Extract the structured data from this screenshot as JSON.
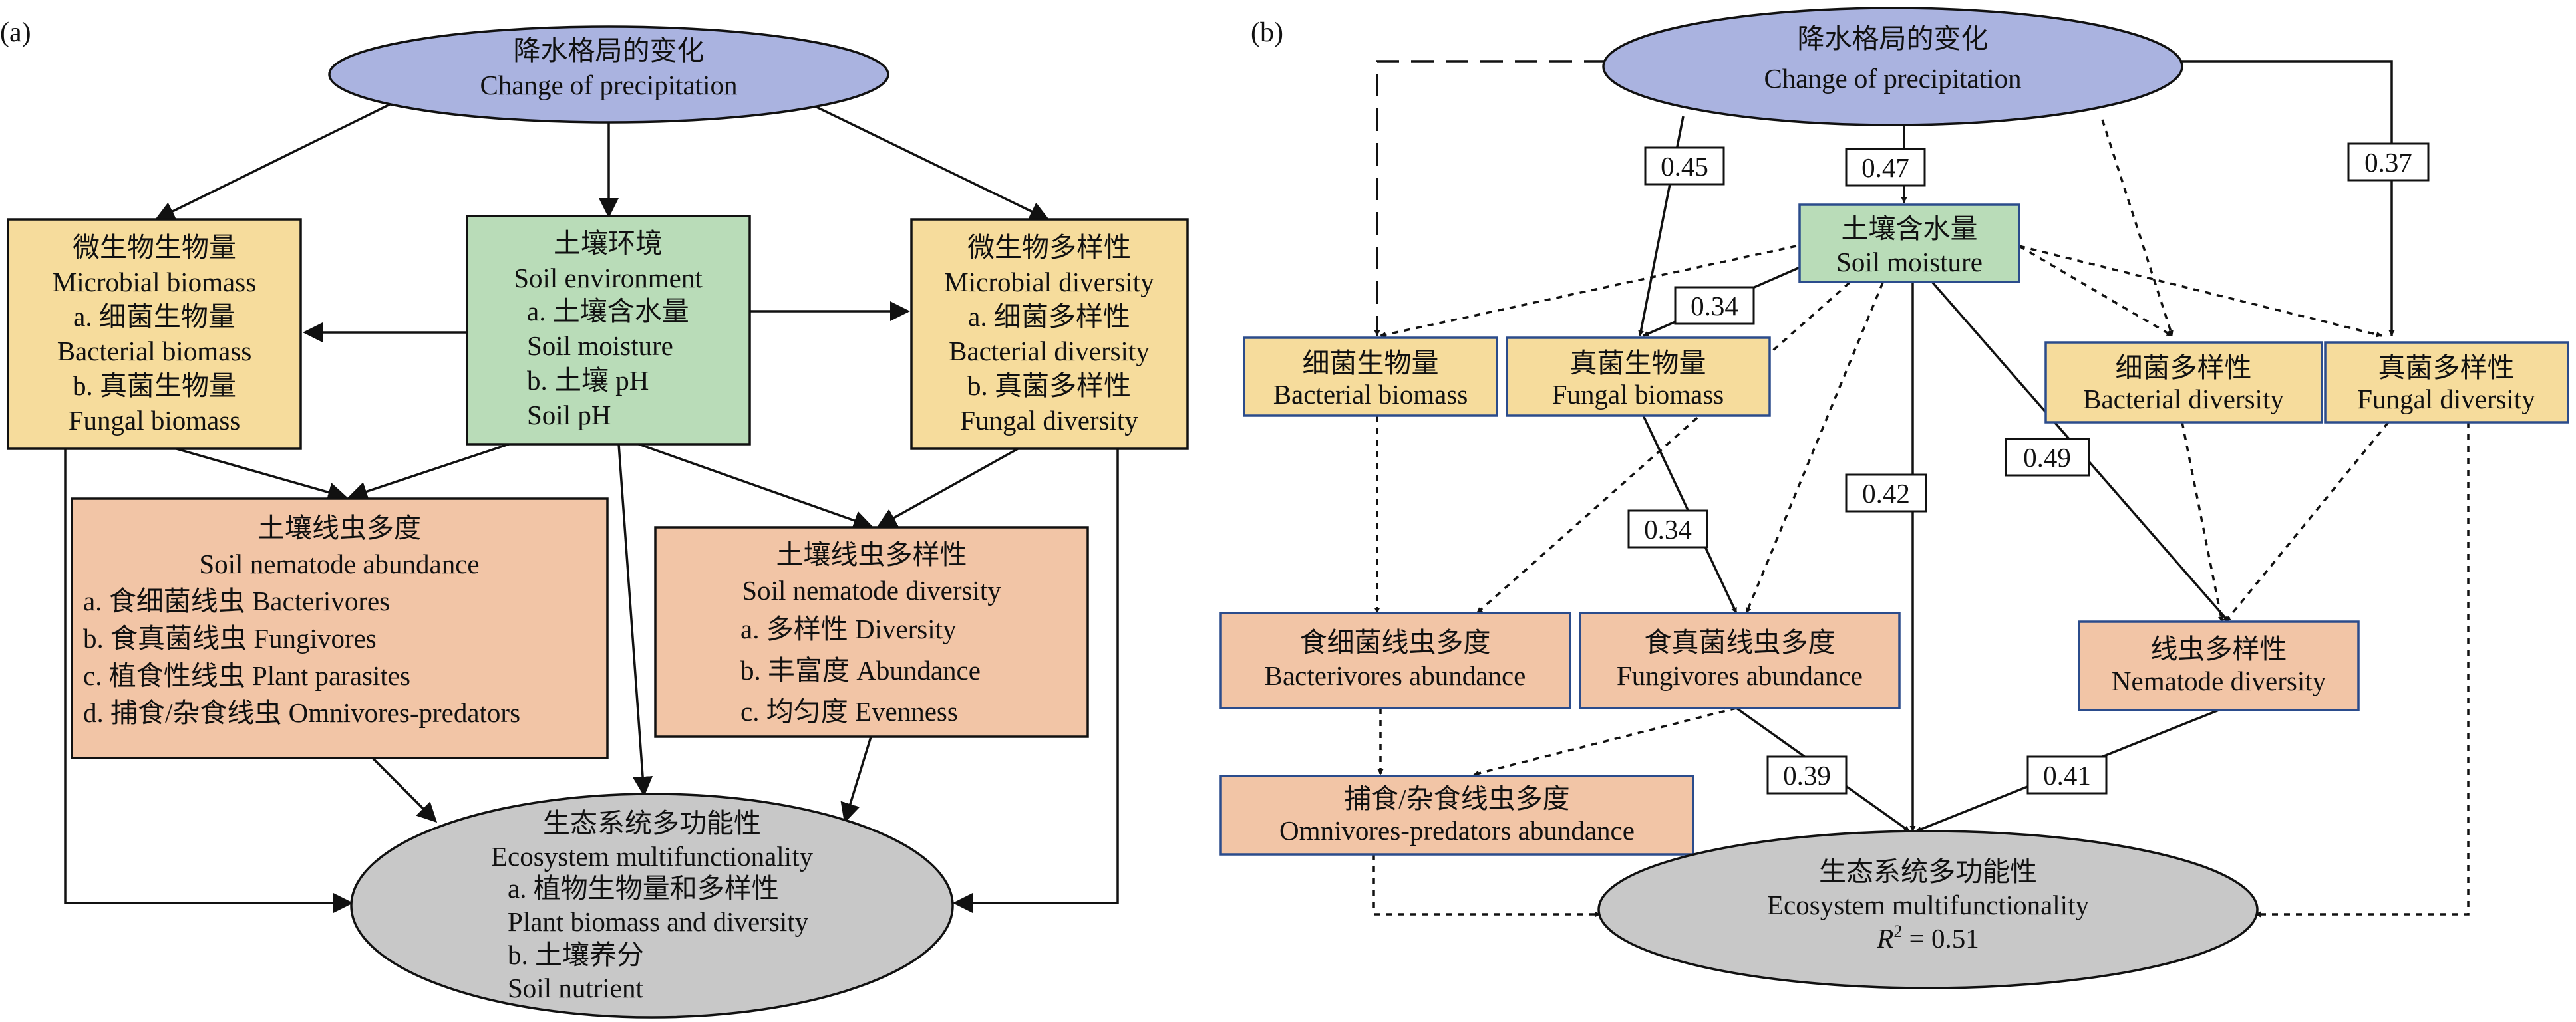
{
  "panel_a": {
    "label": "(a)",
    "precipitation": {
      "cn": "降水格局的变化",
      "en": "Change of precipitation"
    },
    "microbial_biomass": {
      "lines": [
        "微生物生物量",
        "Microbial biomass",
        "a. 细菌生物量",
        "Bacterial biomass",
        "b. 真菌生物量",
        "Fungal biomass"
      ]
    },
    "soil_environment": {
      "lines": [
        "土壤环境",
        "Soil environment",
        "a. 土壤含水量",
        "Soil moisture",
        "b. 土壤 pH",
        "Soil pH"
      ]
    },
    "microbial_diversity": {
      "lines": [
        "微生物多样性",
        "Microbial diversity",
        "a. 细菌多样性",
        "Bacterial diversity",
        "b. 真菌多样性",
        "Fungal diversity"
      ]
    },
    "nematode_abundance": {
      "lines": [
        "土壤线虫多度",
        "Soil nematode abundance",
        "a. 食细菌线虫 Bacterivores",
        "b. 食真菌线虫 Fungivores",
        "c. 植食性线虫 Plant parasites",
        "d. 捕食/杂食线虫 Omnivores-predators"
      ]
    },
    "nematode_diversity": {
      "lines": [
        "土壤线虫多样性",
        "Soil nematode diversity",
        "a. 多样性 Diversity",
        "b. 丰富度 Abundance",
        "c. 均匀度 Evenness"
      ]
    },
    "ecosystem": {
      "lines": [
        "生态系统多功能性",
        "Ecosystem multifunctionality",
        "a. 植物生物量和多样性",
        "Plant biomass and diversity",
        "b. 土壤养分",
        "Soil nutrient"
      ]
    }
  },
  "panel_b": {
    "label": "(b)",
    "precipitation": {
      "cn": "降水格局的变化",
      "en": "Change of precipitation"
    },
    "soil_moisture": {
      "cn": "土壤含水量",
      "en": "Soil moisture"
    },
    "bacterial_biomass": {
      "cn": "细菌生物量",
      "en": "Bacterial biomass"
    },
    "fungal_biomass": {
      "cn": "真菌生物量",
      "en": "Fungal biomass"
    },
    "bacterial_diversity": {
      "cn": "细菌多样性",
      "en": "Bacterial diversity"
    },
    "fungal_diversity": {
      "cn": "真菌多样性",
      "en": "Fungal diversity"
    },
    "bacterivores": {
      "cn": "食细菌线虫多度",
      "en": "Bacterivores abundance"
    },
    "fungivores": {
      "cn": "食真菌线虫多度",
      "en": "Fungivores abundance"
    },
    "nematode_diversity": {
      "cn": "线虫多样性",
      "en": "Nematode diversity"
    },
    "omnivores": {
      "cn": "捕食/杂食线虫多度",
      "en": "Omnivores-predators abundance"
    },
    "ecosystem": {
      "cn": "生态系统多功能性",
      "en": "Ecosystem multifunctionality",
      "r2_label": "R",
      "r2_sup": "2",
      "r2_value": " = 0.51"
    },
    "coefficients": {
      "precip_fungal_biomass": "0.45",
      "precip_soil_moisture": "0.47",
      "precip_fungal_diversity": "0.37",
      "moisture_fungal_biomass": "0.34",
      "fungal_biomass_fungivores": "0.34",
      "moisture_ecosystem": "0.42",
      "moisture_nematode_diversity": "0.49",
      "fungivores_ecosystem": "0.39",
      "nematode_diversity_ecosystem": "0.41"
    }
  },
  "colors": {
    "ellipse_blue": "#aab3e0",
    "ellipse_grey": "#c8c8c8",
    "box_yellow": "#f6dc9c",
    "box_green": "#b9dcb8",
    "box_salmon": "#f2c5a6",
    "box_border_b": "#2b4c8c"
  }
}
